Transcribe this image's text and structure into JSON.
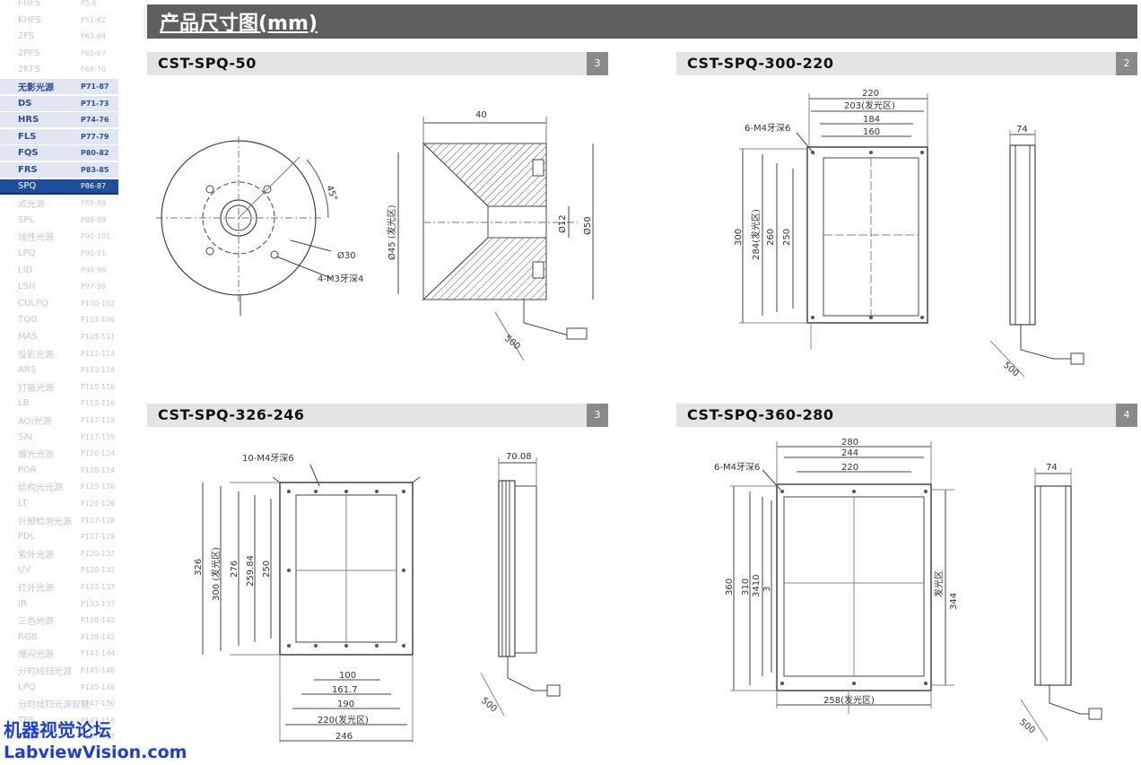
{
  "sidebar": {
    "items": [
      {
        "name": "FHFS",
        "page": "P5-6",
        "state": "faded"
      },
      {
        "name": "KHFS",
        "page": "P51-62",
        "state": "faded"
      },
      {
        "name": "2FS",
        "page": "P63-64",
        "state": "faded"
      },
      {
        "name": "2PFS",
        "page": "P65-67",
        "state": "faded"
      },
      {
        "name": "2KFS",
        "page": "P68-70",
        "state": "faded"
      },
      {
        "name": "无影光源",
        "page": "P71-87",
        "state": "active"
      },
      {
        "name": "DS",
        "page": "P71-73",
        "state": "active"
      },
      {
        "name": "HRS",
        "page": "P74-76",
        "state": "active"
      },
      {
        "name": "FLS",
        "page": "P77-79",
        "state": "active"
      },
      {
        "name": "FQS",
        "page": "P80-82",
        "state": "active"
      },
      {
        "name": "FRS",
        "page": "P83-85",
        "state": "active"
      },
      {
        "name": "SPQ",
        "page": "P86-87",
        "state": "current"
      },
      {
        "name": "点光源",
        "page": "P88-89",
        "state": "faded"
      },
      {
        "name": "SPL",
        "page": "P88-89",
        "state": "faded"
      },
      {
        "name": "线性光源",
        "page": "P90-101",
        "state": "faded"
      },
      {
        "name": "LPQ",
        "page": "P90-91",
        "state": "faded"
      },
      {
        "name": "LID",
        "page": "P94-96",
        "state": "faded"
      },
      {
        "name": "LSH",
        "page": "P97-99",
        "state": "faded"
      },
      {
        "name": "CULPQ",
        "page": "P100-102",
        "state": "faded"
      },
      {
        "name": "TQG",
        "page": "P103-106",
        "state": "faded"
      },
      {
        "name": "MAS",
        "page": "P105-111",
        "state": "faded"
      },
      {
        "name": "投影光源",
        "page": "P112-114",
        "state": "faded"
      },
      {
        "name": "ARS",
        "page": "P112-114",
        "state": "faded"
      },
      {
        "name": "灯箱光源",
        "page": "P115-116",
        "state": "faded"
      },
      {
        "name": "LB",
        "page": "P115-116",
        "state": "faded"
      },
      {
        "name": "AOI光源",
        "page": "P117-119",
        "state": "faded"
      },
      {
        "name": "SAI",
        "page": "P117-119",
        "state": "faded"
      },
      {
        "name": "偏光光源",
        "page": "P120-124",
        "state": "faded"
      },
      {
        "name": "POR",
        "page": "P120-124",
        "state": "faded"
      },
      {
        "name": "结构光光源",
        "page": "P125-126",
        "state": "faded"
      },
      {
        "name": "LT",
        "page": "P125-126",
        "state": "faded"
      },
      {
        "name": "针脚检测光源",
        "page": "P127-128",
        "state": "faded"
      },
      {
        "name": "PDL",
        "page": "P127-128",
        "state": "faded"
      },
      {
        "name": "紫外光源",
        "page": "P129-132",
        "state": "faded"
      },
      {
        "name": "UV",
        "page": "P129-132",
        "state": "faded"
      },
      {
        "name": "红外光源",
        "page": "P133-137",
        "state": "faded"
      },
      {
        "name": "IR",
        "page": "P133-137",
        "state": "faded"
      },
      {
        "name": "三色光源",
        "page": "P138-142",
        "state": "faded"
      },
      {
        "name": "RGB",
        "page": "P138-142",
        "state": "faded"
      },
      {
        "name": "爆闪光源",
        "page": "P143-144",
        "state": "faded"
      },
      {
        "name": "分时线扫光源",
        "page": "P145-146",
        "state": "faded"
      },
      {
        "name": "LPQ",
        "page": "P145-146",
        "state": "faded"
      },
      {
        "name": "分时线扫光源智能",
        "page": "P147-150",
        "state": "faded"
      },
      {
        "name": "TPS",
        "page": "P147-150",
        "state": "faded"
      },
      {
        "name": "HQM",
        "page": "P151-152",
        "state": "faded"
      }
    ]
  },
  "watermark": {
    "line1": "机器视觉论坛",
    "line2": "LabviewVision.com"
  },
  "header": {
    "title": "产品尺寸图(mm)"
  },
  "sections": [
    {
      "title": "CST-SPQ-50",
      "badge": "3"
    },
    {
      "title": "CST-SPQ-300-220",
      "badge": "2"
    },
    {
      "title": "CST-SPQ-326-246",
      "badge": "3"
    },
    {
      "title": "CST-SPQ-360-280",
      "badge": "4"
    }
  ],
  "dims": {
    "d50": {
      "angle": "45°",
      "d30": "Ø30",
      "holes": "4-M3牙深4",
      "w40": "40",
      "d45": "Ø45 (发光区)",
      "d12": "Ø12",
      "d50": "Ø50",
      "cable": "500"
    },
    "d300": {
      "w220": "220",
      "w203": "203(发光区)",
      "w184": "184",
      "w160": "160",
      "holes": "6-M4牙深6",
      "h300": "300",
      "h284": "284(发光区)",
      "h260": "260",
      "h250": "250",
      "side": "74",
      "cable": "500"
    },
    "d326": {
      "holes": "10-M4牙深6",
      "h326": "326",
      "h300": "300 (发光区)",
      "h276": "276",
      "h25984": "259.84",
      "h250": "250",
      "w100": "100",
      "w1617": "161.7",
      "w190": "190",
      "w220": "220(发光区)",
      "w246": "246",
      "side": "70.08",
      "cable": "500"
    },
    "d360": {
      "w280": "280",
      "w244": "244",
      "w220": "220",
      "holes": "6-M4牙深6",
      "h360": "360",
      "h310": "310",
      "h340": "3410",
      "h3": "3",
      "hlit": "发光区",
      "h344": "344",
      "w258": "258(发光区)",
      "side": "74",
      "cable": "500"
    }
  }
}
